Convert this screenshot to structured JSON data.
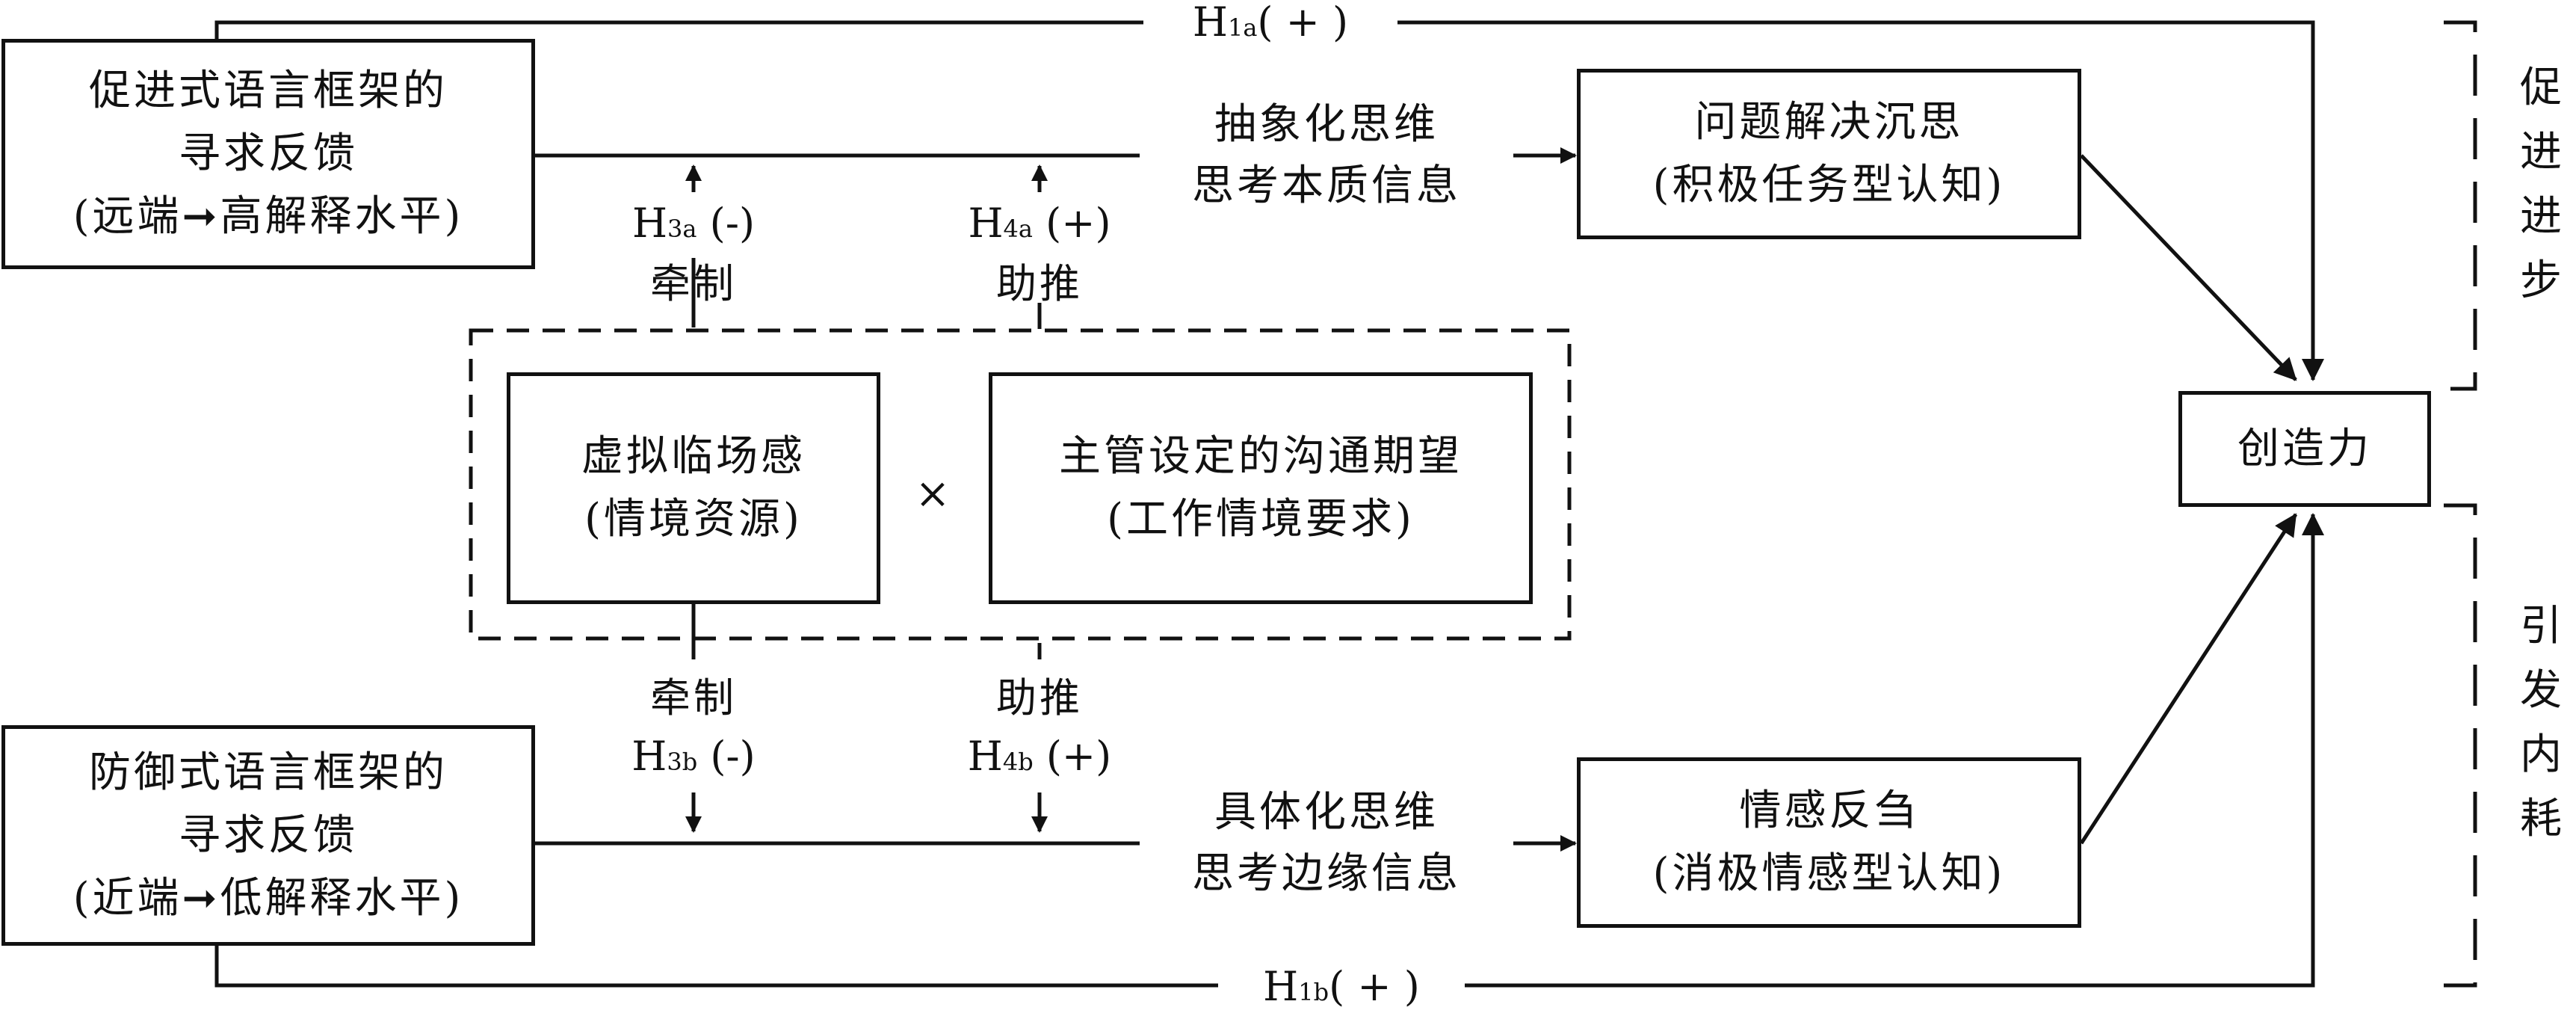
{
  "boxes": {
    "promotive_feedback": [
      "促进式语言框架的",
      "寻求反馈",
      "(远端➞高解释水平)"
    ],
    "defensive_feedback": [
      "防御式语言框架的",
      "寻求反馈",
      "(近端➞低解释水平)"
    ],
    "problem_solving": [
      "问题解决沉思",
      "(积极任务型认知)"
    ],
    "affective_rumination": [
      "情感反刍",
      "(消极情感型认知)"
    ],
    "creativity": "创造力",
    "virtual_presence": [
      "虚拟临场感",
      "(情境资源)"
    ],
    "communication_expectation": [
      "主管设定的沟通期望",
      "(工作情境要求)"
    ]
  },
  "labels": {
    "abstract_thinking": [
      "抽象化思维",
      "思考本质信息"
    ],
    "concrete_thinking": [
      "具体化思维",
      "思考边缘信息"
    ],
    "multiply": "×",
    "constrain": "牵制",
    "promote": "助推"
  },
  "hypotheses": {
    "h1a": {
      "main": "H",
      "sub": "1a",
      "sign": "( + )"
    },
    "h1b": {
      "main": "H",
      "sub": "1b",
      "sign": "( + )"
    },
    "h3a": {
      "main": "H",
      "sub": "3a",
      "sign": " (-)"
    },
    "h4a": {
      "main": "H",
      "sub": "4a",
      "sign": " (+)"
    },
    "h3b": {
      "main": "H",
      "sub": "3b",
      "sign": " (-)"
    },
    "h4b": {
      "main": "H",
      "sub": "4b",
      "sign": " (+)"
    }
  },
  "brackets": {
    "top": [
      "促",
      "进",
      "进",
      "步"
    ],
    "bottom": [
      "引",
      "发",
      "内",
      "耗"
    ]
  }
}
